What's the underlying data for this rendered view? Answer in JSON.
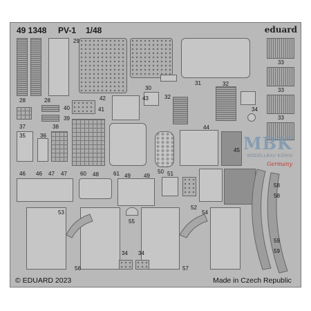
{
  "header": {
    "product_code": "49 1348",
    "model": "PV-1",
    "scale": "1/48",
    "brand": "eduard"
  },
  "footer": {
    "copyright": "© EDUARD 2023",
    "origin": "Made in Czech Republic"
  },
  "watermark": {
    "main": "MBK",
    "sub": "MODELLBAU KÖNIG",
    "country": "Germany"
  },
  "part_numbers": [
    "28",
    "29",
    "30",
    "31",
    "32",
    "33",
    "34",
    "35",
    "36",
    "37",
    "38",
    "39",
    "40",
    "41",
    "42",
    "43",
    "44",
    "45",
    "46",
    "47",
    "48",
    "49",
    "50",
    "51",
    "52",
    "53",
    "54",
    "55",
    "56",
    "57",
    "58",
    "59",
    "60",
    "61"
  ],
  "colors": {
    "fret": "#b9b9b9",
    "part": "#a7a7a7",
    "outline": "#666666",
    "watermark_red": "#c0392b"
  }
}
